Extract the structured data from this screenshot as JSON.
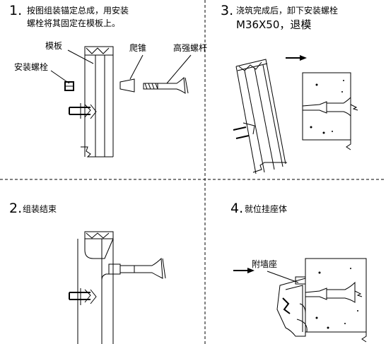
{
  "steps": [
    {
      "number": "1.",
      "text_line1": "按图组装锚定总成，用安装",
      "text_line2": "螺栓将其固定在模板上。"
    },
    {
      "number": "2.",
      "text": "组装结束"
    },
    {
      "number": "3.",
      "text_line1": "浇筑完成后，卸下安装螺栓",
      "text_line2": "M36X50，退模"
    },
    {
      "number": "4.",
      "text": "就位挂座体"
    }
  ],
  "labels": {
    "formwork": "模板",
    "install_bolt": "安装螺栓",
    "climbing_cone": "爬锥",
    "high_strength_screw": "高强螺杆",
    "wall_seat": "附墙座"
  },
  "icons": [
    "arrow-right-icon",
    "arrow-right-icon",
    "arrow-right-icon"
  ]
}
